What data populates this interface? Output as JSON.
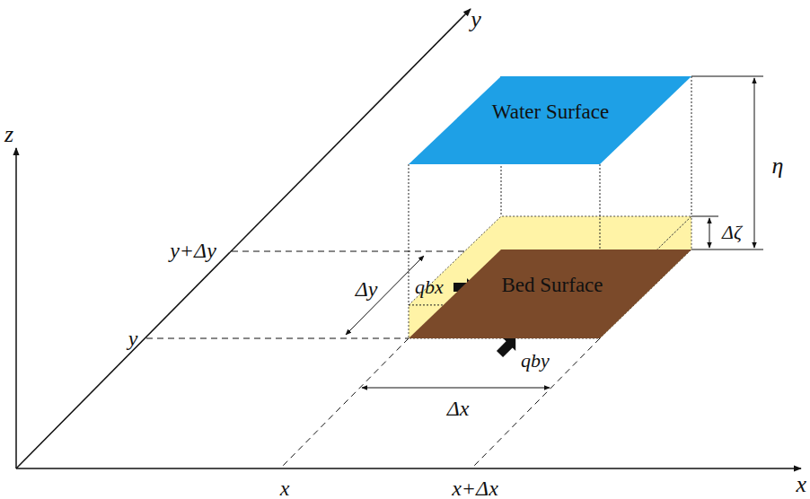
{
  "diagram": {
    "nodes": [
      {
        "text": [
          "Water Surface"
        ]
      },
      {
        "text": [
          "Bed Surface"
        ]
      }
    ],
    "labels": [
      "z",
      "y",
      "x",
      "y+Δy",
      "y",
      "Δy",
      "qbx",
      "qby",
      "Δx",
      "x",
      "x+Δx",
      "η",
      "Δζ"
    ]
  }
}
